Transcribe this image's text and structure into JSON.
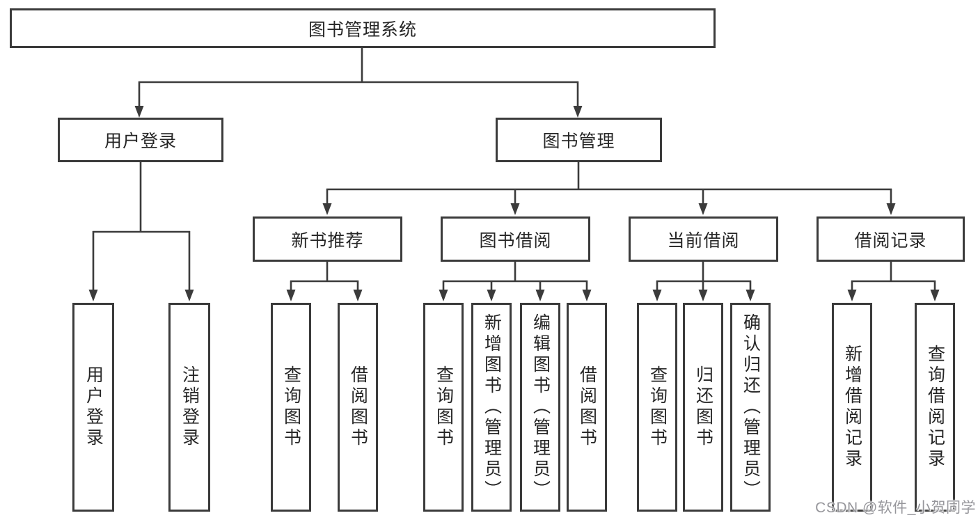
{
  "tree": {
    "label": "图书管理系统",
    "children": [
      {
        "label": "用户登录",
        "children": [
          {
            "label": "用户登录"
          },
          {
            "label": "注销登录"
          }
        ]
      },
      {
        "label": "图书管理",
        "children": [
          {
            "label": "新书推荐",
            "children": [
              {
                "label": "查询图书"
              },
              {
                "label": "借阅图书"
              }
            ]
          },
          {
            "label": "图书借阅",
            "children": [
              {
                "label": "查询图书"
              },
              {
                "label": "新增图书（管理员）"
              },
              {
                "label": "编辑图书（管理员）"
              },
              {
                "label": "借阅图书"
              }
            ]
          },
          {
            "label": "当前借阅",
            "children": [
              {
                "label": "查询图书"
              },
              {
                "label": "归还图书"
              },
              {
                "label": "确认归还（管理员）"
              }
            ]
          },
          {
            "label": "借阅记录",
            "children": [
              {
                "label": "新增借阅记录"
              },
              {
                "label": "查询借阅记录"
              }
            ]
          }
        ]
      }
    ]
  },
  "watermark": "CSDN @软件_小贺同学",
  "colors": {
    "line": "#3b3b3b",
    "box_border": "#3b3b3b",
    "box_fill": "#ffffff",
    "text": "#262626",
    "watermark": "#96969b"
  }
}
